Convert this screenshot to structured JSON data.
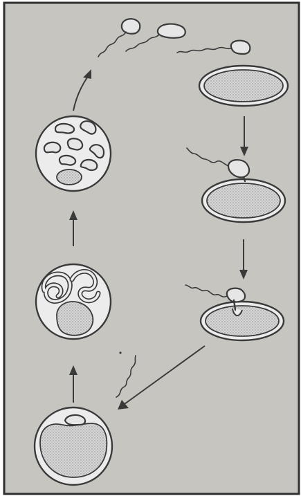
{
  "figure": {
    "description_visible_text": "",
    "colors": {
      "background": "#c6c5c0",
      "panel_border": "#2f2f2f",
      "page": "#ffffff",
      "cytoplasm": "#c2c2c2",
      "line": "#3a3a3a"
    },
    "stages": [
      {
        "name": "uninfected-bacterium"
      },
      {
        "name": "phage-attachment"
      },
      {
        "name": "dna-injection"
      },
      {
        "name": "dna-uptake-in-host"
      },
      {
        "name": "dna-replication"
      },
      {
        "name": "phage-assembly"
      },
      {
        "name": "cell-lysis-release"
      }
    ]
  }
}
